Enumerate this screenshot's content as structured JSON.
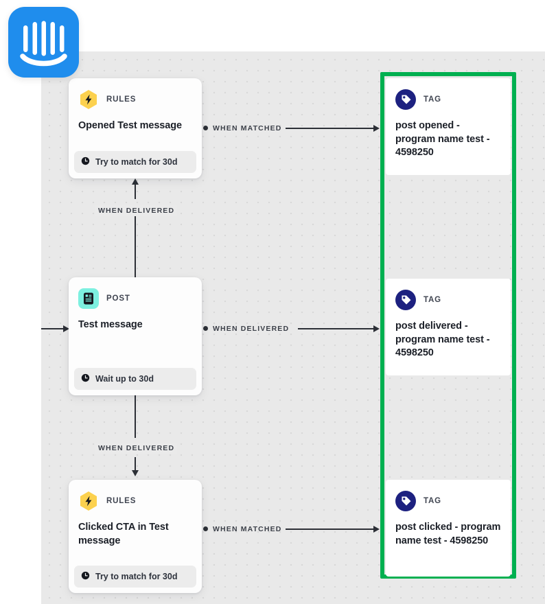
{
  "app": {
    "logo_name": "intercom-logo",
    "canvas_name": "workflow-canvas",
    "accent_highlight": "#00b050",
    "brand_blue": "#1f8ded",
    "rules_yellow": "#fcd14e",
    "post_teal": "#7df0e0",
    "tag_navy": "#1d2180"
  },
  "nodes": [
    {
      "id": "rules-opened",
      "kind": "RULES",
      "icon": "bolt-hexagon-icon",
      "title": "Opened Test message",
      "footer": "Try to match for 30d",
      "footer_icon": "clock-icon"
    },
    {
      "id": "post-test-message",
      "kind": "POST",
      "icon": "post-document-icon",
      "title": "Test message",
      "footer": "Wait up to 30d",
      "footer_icon": "clock-icon"
    },
    {
      "id": "rules-clicked",
      "kind": "RULES",
      "icon": "bolt-hexagon-icon",
      "title": "Clicked CTA in Test message",
      "footer": "Try to match for 30d",
      "footer_icon": "clock-icon"
    }
  ],
  "tag_nodes": [
    {
      "id": "tag-post-opened",
      "kind": "TAG",
      "icon": "tag-circle-icon",
      "title": "post opened - program name test - 4598250"
    },
    {
      "id": "tag-post-delivered",
      "kind": "TAG",
      "icon": "tag-circle-icon",
      "title": "post delivered - program name test - 4598250"
    },
    {
      "id": "tag-post-clicked",
      "kind": "TAG",
      "icon": "tag-circle-icon",
      "title": "post clicked - program name test - 4598250"
    }
  ],
  "connectors": [
    {
      "id": "opened-to-tag",
      "label": "WHEN MATCHED"
    },
    {
      "id": "post-up-to-rules",
      "label": "WHEN DELIVERED"
    },
    {
      "id": "post-to-tag",
      "label": "WHEN DELIVERED"
    },
    {
      "id": "post-down-to-rules",
      "label": "WHEN DELIVERED"
    },
    {
      "id": "clicked-to-tag",
      "label": "WHEN MATCHED"
    }
  ]
}
